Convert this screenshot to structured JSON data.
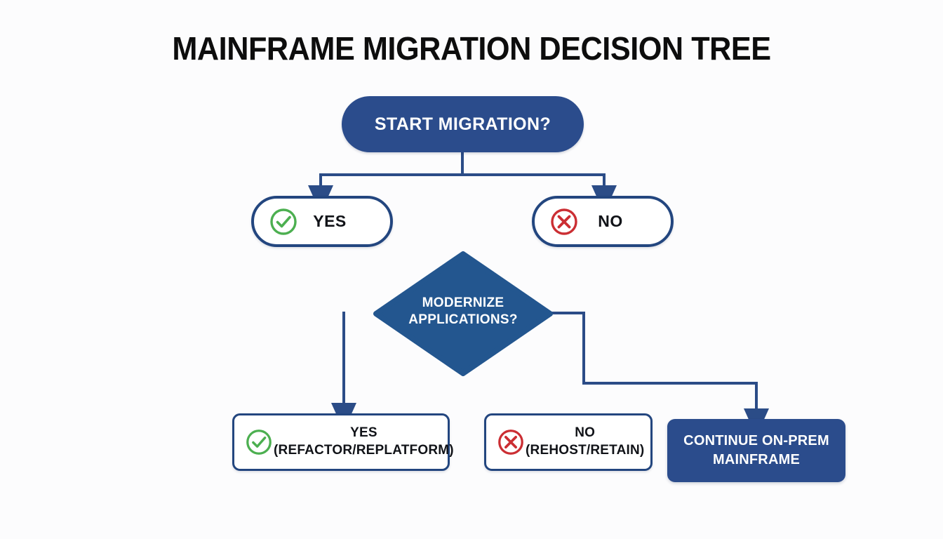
{
  "diagram": {
    "title": "MAINFRAME MIGRATION DECISION TREE",
    "type": "decision-tree",
    "background_color": "#fcfcfd",
    "colors": {
      "node_blue": "#2b4c8c",
      "diamond_blue": "#23568f",
      "border_navy": "#23467f",
      "connector_navy": "#2b4c87",
      "text_dark": "#111318",
      "text_light": "#ffffff",
      "yes_green": "#4caf50",
      "no_red": "#cb2e33"
    },
    "nodes": {
      "start": {
        "label": "START MIGRATION?",
        "shape": "pill",
        "fill": "solid-blue"
      },
      "yes_level1": {
        "label": "YES",
        "icon": "check-circle-icon",
        "shape": "pill",
        "fill": "white"
      },
      "no_level1": {
        "label": "NO",
        "icon": "x-circle-icon",
        "shape": "pill",
        "fill": "white"
      },
      "decision": {
        "line1": "MODERNIZE",
        "line2": "APPLICATIONS?",
        "shape": "diamond",
        "fill": "solid-blue"
      },
      "yes_level2": {
        "line1": "YES",
        "line2": "(REFACTOR/REPLATFORM)",
        "icon": "check-circle-icon",
        "shape": "rounded-rect",
        "fill": "white"
      },
      "no_level2": {
        "line1": "NO",
        "line2": "(REHOST/RETAIN)",
        "icon": "x-circle-icon",
        "shape": "rounded-rect",
        "fill": "white"
      },
      "continue_onprem": {
        "line1": "CONTINUE ON-PREM",
        "line2": "MAINFRAME",
        "shape": "rounded-rect",
        "fill": "solid-blue"
      }
    }
  }
}
